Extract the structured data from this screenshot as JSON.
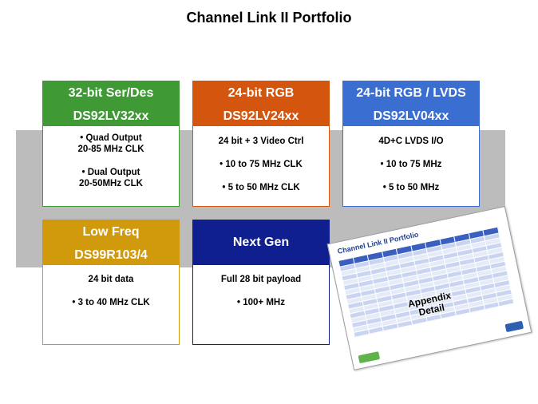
{
  "slide": {
    "title": "Channel Link II Portfolio"
  },
  "cards": {
    "c1": {
      "line1": "32-bit Ser/Des",
      "line2": "DS92LV32xx",
      "b1": "• Quad Output",
      "b2": "20-85 MHz CLK",
      "b3": "• Dual Output",
      "b4": "20-50MHz CLK",
      "color": "#3f9a35"
    },
    "c2": {
      "line1": "24-bit RGB",
      "line2": "DS92LV24xx",
      "b1": "24 bit + 3 Video Ctrl",
      "b2": "• 10 to 75 MHz CLK",
      "b3": "• 5 to 50 MHz CLK",
      "color": "#d4560e"
    },
    "c3": {
      "line1": "24-bit RGB / LVDS",
      "line2": "DS92LV04xx",
      "b1": "4D+C LVDS I/O",
      "b2": "• 10 to 75 MHz",
      "b3": "• 5 to 50 MHz",
      "color": "#3a6fd1"
    },
    "c4": {
      "line1": "Low Freq",
      "line2": "DS99R103/4",
      "b1": "24 bit data",
      "b2": "• 3 to 40 MHz CLK",
      "color": "#d09a0c"
    },
    "c5": {
      "line1": "Next Gen",
      "b1": "Full 28 bit payload",
      "b2": "• 100+ MHz",
      "color": "#0f1f8f"
    }
  },
  "thumbnail": {
    "title": "Channel Link II Portfolio",
    "overlay1": "Appendix",
    "overlay2": "Detail"
  }
}
